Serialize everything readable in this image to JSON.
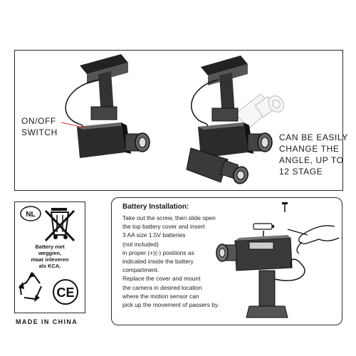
{
  "top": {
    "switch_label_line1": "ON/OFF",
    "switch_label_line2": "SWITCH",
    "angle_label_line1": "CAN BE EASILY",
    "angle_label_line2": "CHANGE THE",
    "angle_label_line3": "ANGLE, UP TO",
    "angle_label_line4": "12 STAGE"
  },
  "nl_box": {
    "badge": "NL",
    "text_line1": "Battery niet",
    "text_line2": "weggien,",
    "text_line3": "maar inleveren",
    "text_line4": "als KCA.",
    "ce_mark": "CE"
  },
  "footer": {
    "made_in": "MADE IN CHINA"
  },
  "battery": {
    "title": "Battery Installation:",
    "lines": [
      "Take out the screw, then slide open",
      "the top battery cover and insert",
      "3 AA size 1.5V batteries",
      "(not included)",
      "in proper (+)(-) positions as",
      "indicated inside the battery",
      "compartment.",
      "Replace the cover and mount",
      "the camera in desired location",
      "where the motion sensor can",
      "pick up the movement of passers by."
    ]
  },
  "colors": {
    "ink": "#1a1a1a",
    "shade": "#3a3a3a",
    "paper": "#ffffff",
    "accent_line": "#c0392b"
  },
  "icons": [
    "camera-left-illustration",
    "camera-right-illustration",
    "ghost-camera-illustration",
    "crossed-bin-icon",
    "recycle-icon",
    "ce-mark-icon",
    "battery-icon",
    "screwdriver-hand-icon",
    "screw-icon"
  ]
}
